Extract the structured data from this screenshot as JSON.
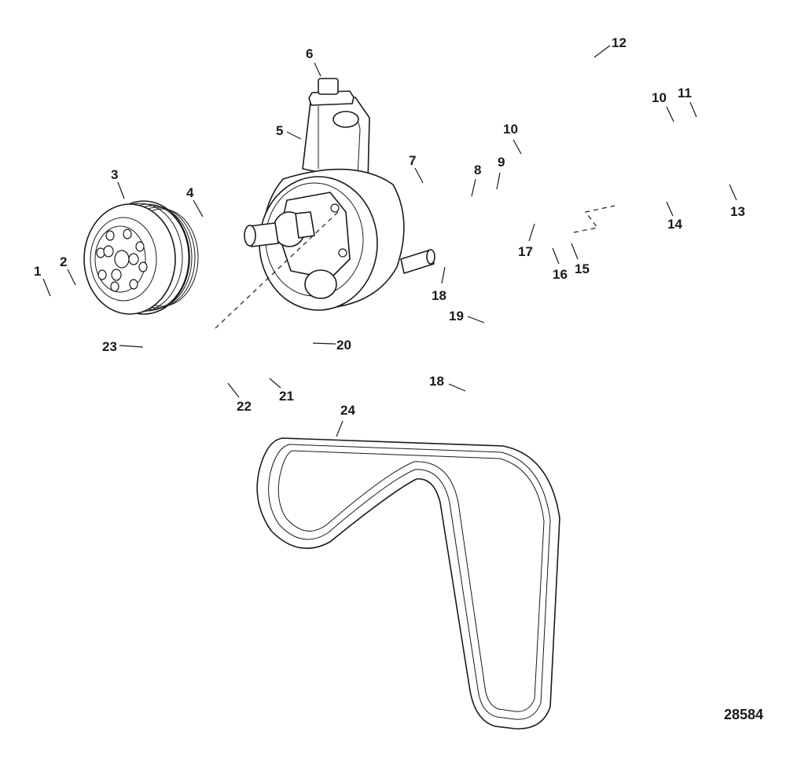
{
  "figure_number": "28584",
  "callouts": [
    "1",
    "2",
    "3",
    "4",
    "5",
    "6",
    "7",
    "8",
    "9",
    "10",
    "10",
    "11",
    "12",
    "13",
    "14",
    "15",
    "16",
    "17",
    "18",
    "18",
    "19",
    "20",
    "21",
    "22",
    "23",
    "24"
  ],
  "parts": {
    "pulley": "pulley-icon",
    "pump": "power-steering-pump-icon",
    "belt": "serpentine-belt-icon"
  },
  "colors": {
    "ink": "#1a1a1a",
    "paper": "#ffffff"
  }
}
